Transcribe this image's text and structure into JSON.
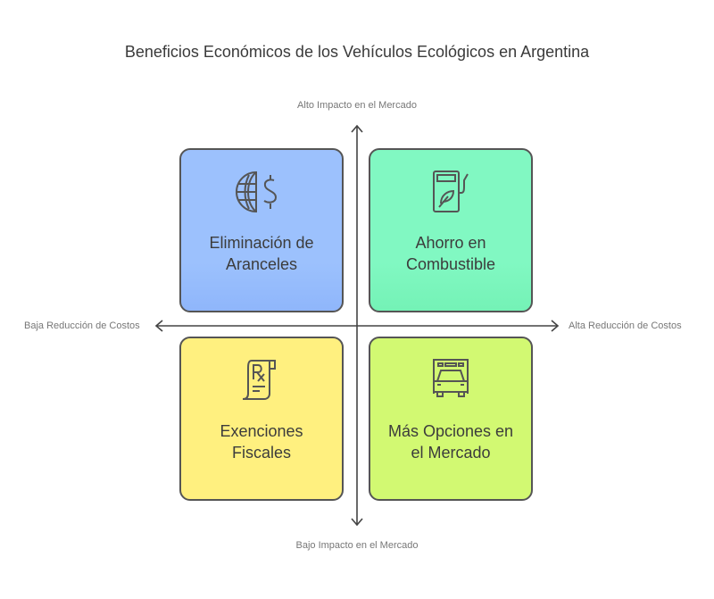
{
  "title": "Beneficios Económicos de los Vehículos Ecológicos en Argentina",
  "axes": {
    "top": "Alto Impacto en el Mercado",
    "bottom": "Bajo Impacto en el Mercado",
    "left": "Baja Reducción de Costos",
    "right": "Alta Reducción de Costos"
  },
  "quadrants": [
    {
      "line1": "Eliminación de",
      "line2": "Aranceles",
      "icon": "globe-dollar-icon",
      "color": "#9cc1fd"
    },
    {
      "line1": "Ahorro en",
      "line2": "Combustible",
      "icon": "eco-fuel-pump-icon",
      "color": "#81f8c2"
    },
    {
      "line1": "Exenciones",
      "line2": "Fiscales",
      "icon": "prescription-scroll-icon",
      "color": "#fff07f"
    },
    {
      "line1": "Más Opciones en",
      "line2": "el Mercado",
      "icon": "vehicle-icon",
      "color": "#d2f972"
    }
  ]
}
